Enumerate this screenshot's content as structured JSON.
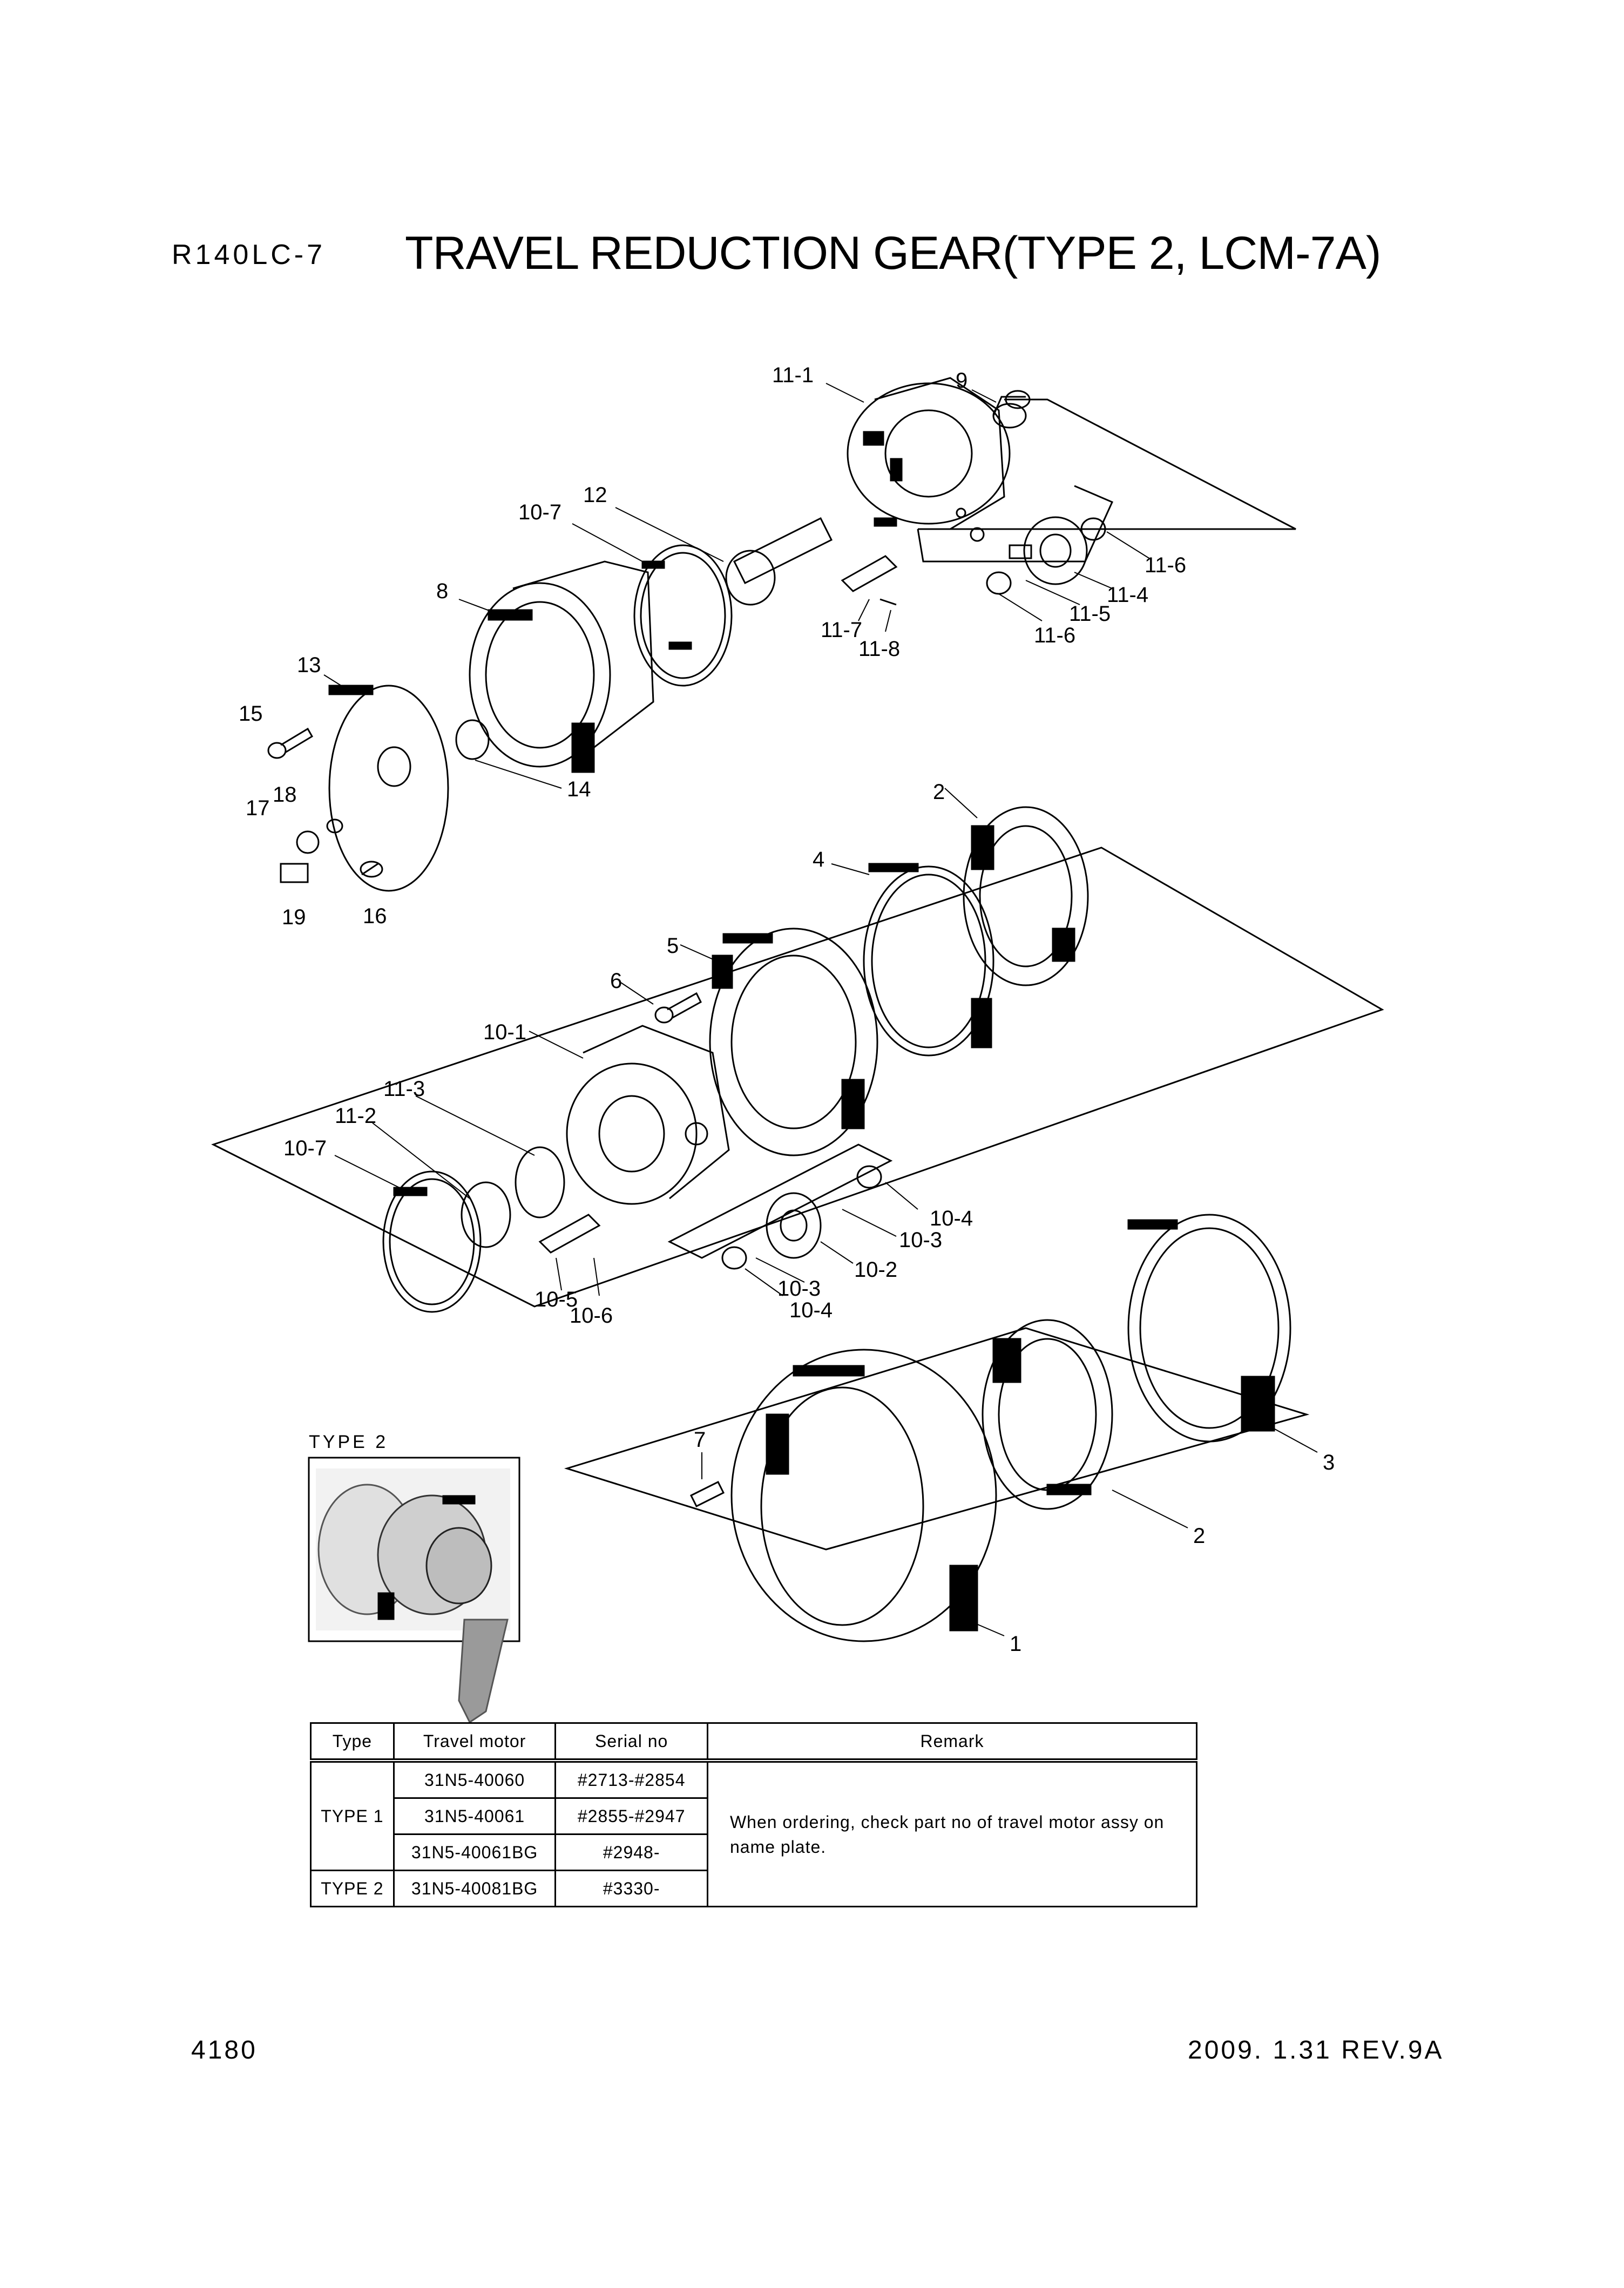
{
  "header": {
    "model": "R140LC-7",
    "title": "TRAVEL REDUCTION GEAR(TYPE 2, LCM-7A)"
  },
  "callouts": [
    "11-1",
    "9",
    "12",
    "10-7",
    "8",
    "11-6",
    "11-4",
    "11-5",
    "11-6",
    "11-7",
    "11-8",
    "13",
    "15",
    "14",
    "18",
    "17",
    "19",
    "16",
    "2",
    "4",
    "5",
    "6",
    "10-1",
    "11-3",
    "11-2",
    "10-7",
    "10-4",
    "10-3",
    "10-2",
    "10-3",
    "10-4",
    "10-5",
    "10-6",
    "7",
    "3",
    "2",
    "1"
  ],
  "inset": {
    "label": "TYPE 2"
  },
  "table": {
    "headers": [
      "Type",
      "Travel motor",
      "Serial no",
      "Remark"
    ],
    "rows": [
      {
        "type": "TYPE 1",
        "motor": "31N5-40060",
        "serial": "#2713-#2854"
      },
      {
        "type": "",
        "motor": "31N5-40061",
        "serial": "#2855-#2947"
      },
      {
        "type": "",
        "motor": "31N5-40061BG",
        "serial": "#2948-"
      },
      {
        "type": "TYPE 2",
        "motor": "31N5-40081BG",
        "serial": "#3330-"
      }
    ],
    "remark": "When ordering, check part no of travel motor assy on name plate."
  },
  "footer": {
    "page": "4180",
    "revision": "2009. 1.31  REV.9A"
  }
}
